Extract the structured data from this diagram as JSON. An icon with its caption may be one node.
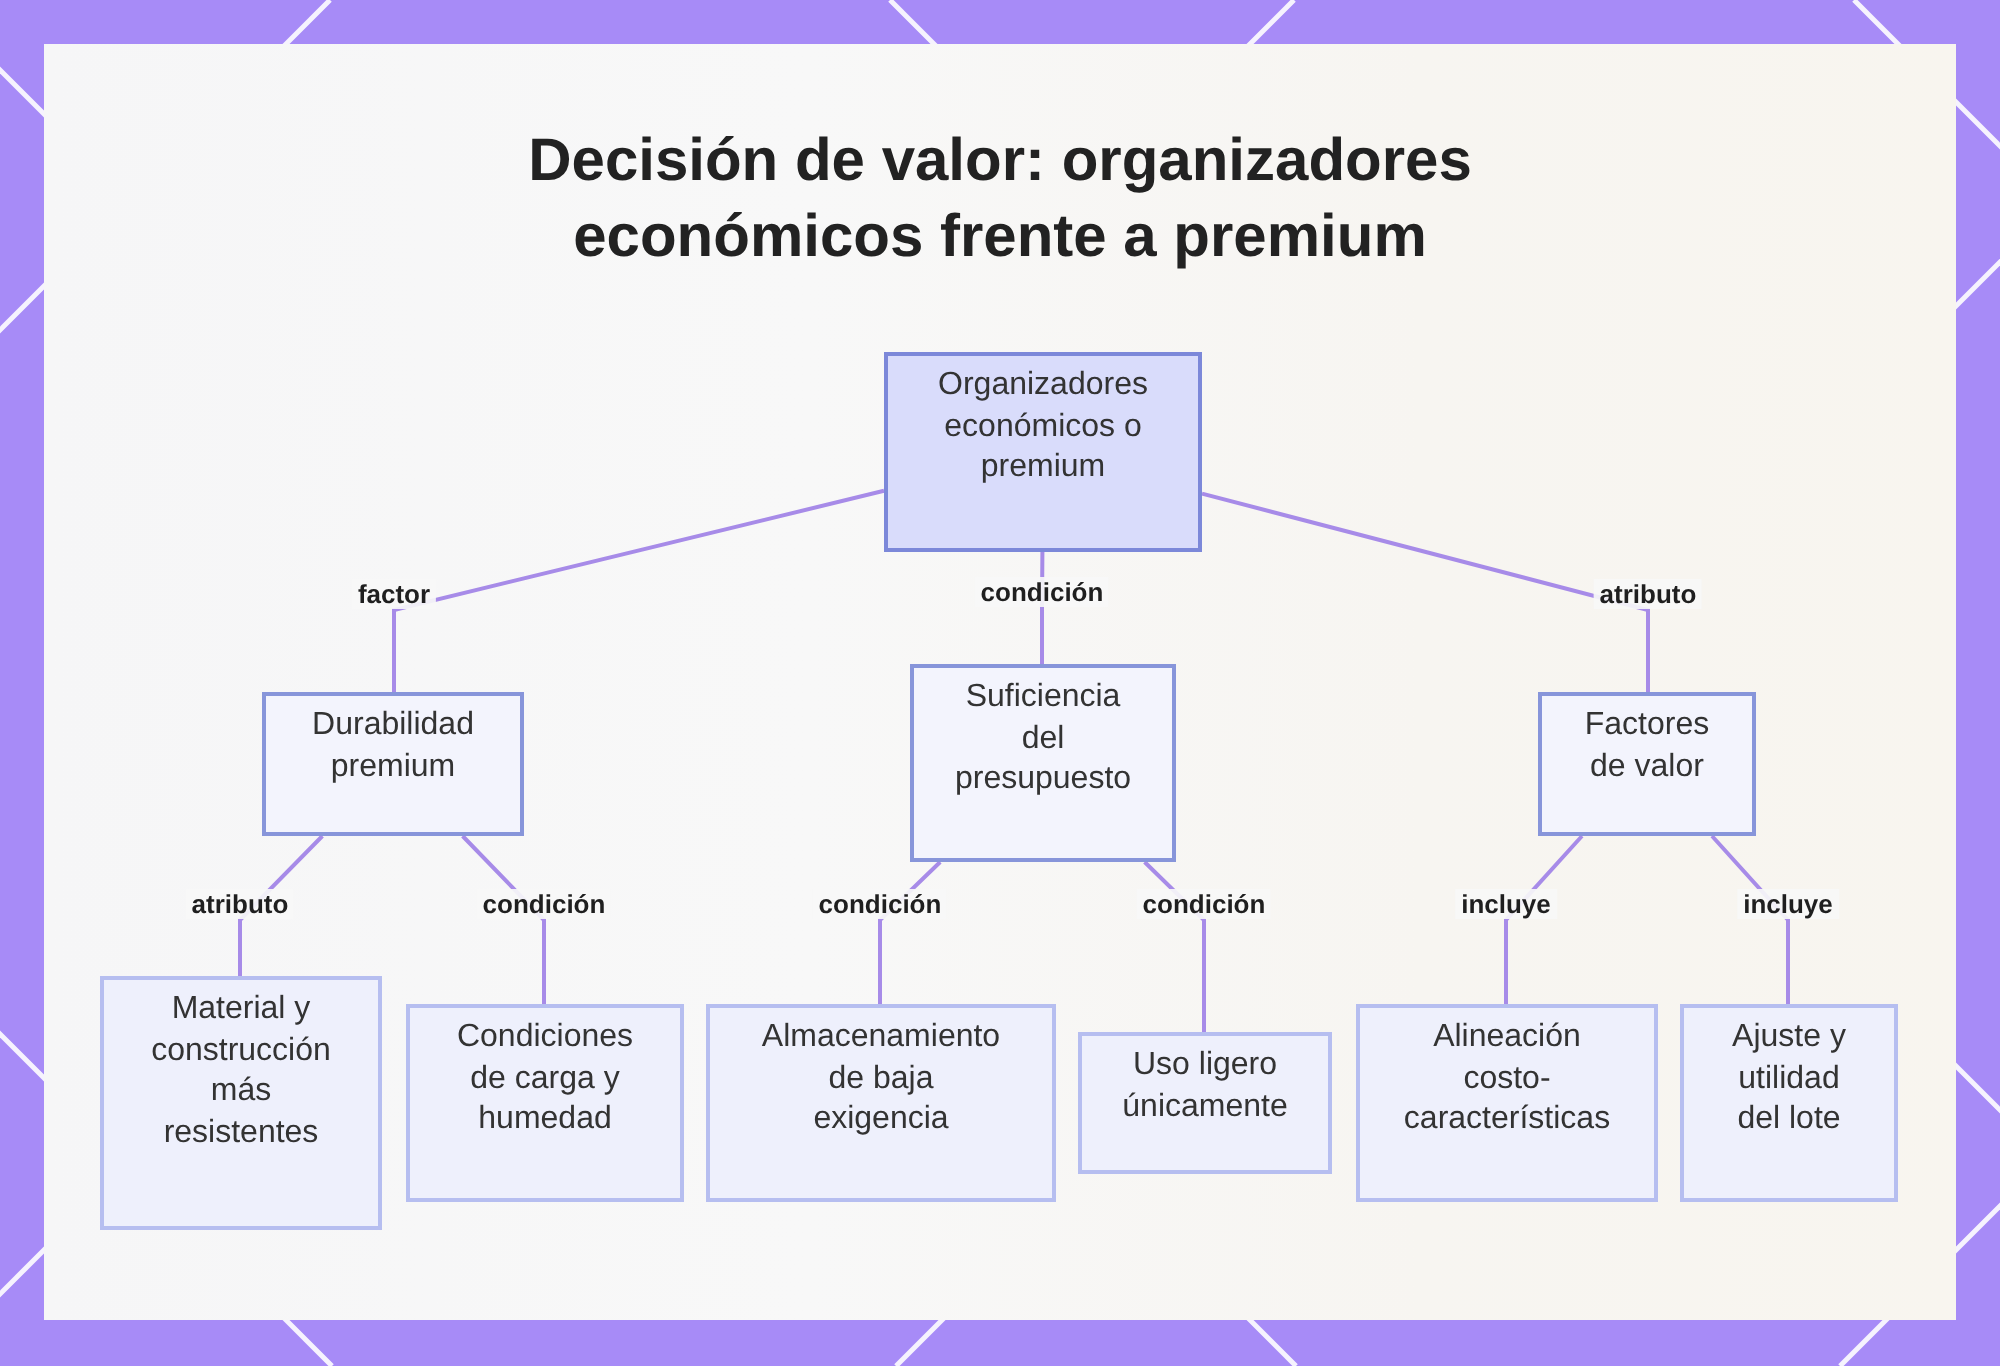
{
  "diagram": {
    "title": "Decisión de valor: organizadores económicos frente a premium",
    "nodes": [
      {
        "text": [
          "Organizadores económicos o premium"
        ]
      },
      {
        "text": [
          "Durabilidad premium"
        ]
      },
      {
        "text": [
          "Suficiencia del presupuesto"
        ]
      },
      {
        "text": [
          "Factores de valor"
        ]
      },
      {
        "text": [
          "Material y construcción más resistentes"
        ]
      },
      {
        "text": [
          "Condiciones de carga y humedad"
        ]
      },
      {
        "text": [
          "Almacenamiento de baja exigencia"
        ]
      },
      {
        "text": [
          "Uso ligero únicamente"
        ]
      },
      {
        "text": [
          "Alineación costo-características"
        ]
      },
      {
        "text": [
          "Ajuste y utilidad del lote"
        ]
      }
    ],
    "edges": [
      {
        "from": 0,
        "to": 1,
        "arrow": "none",
        "label": "factor"
      },
      {
        "from": 0,
        "to": 2,
        "arrow": "none",
        "label": "condición"
      },
      {
        "from": 0,
        "to": 3,
        "arrow": "none",
        "label": "atributo"
      },
      {
        "from": 1,
        "to": 4,
        "arrow": "none",
        "label": "atributo"
      },
      {
        "from": 1,
        "to": 5,
        "arrow": "none",
        "label": "condición"
      },
      {
        "from": 2,
        "to": 6,
        "arrow": "none",
        "label": "condición"
      },
      {
        "from": 2,
        "to": 7,
        "arrow": "none",
        "label": "condición"
      },
      {
        "from": 3,
        "to": 8,
        "arrow": "none",
        "label": "incluye"
      },
      {
        "from": 3,
        "to": 9,
        "arrow": "none",
        "label": "incluye"
      }
    ]
  }
}
